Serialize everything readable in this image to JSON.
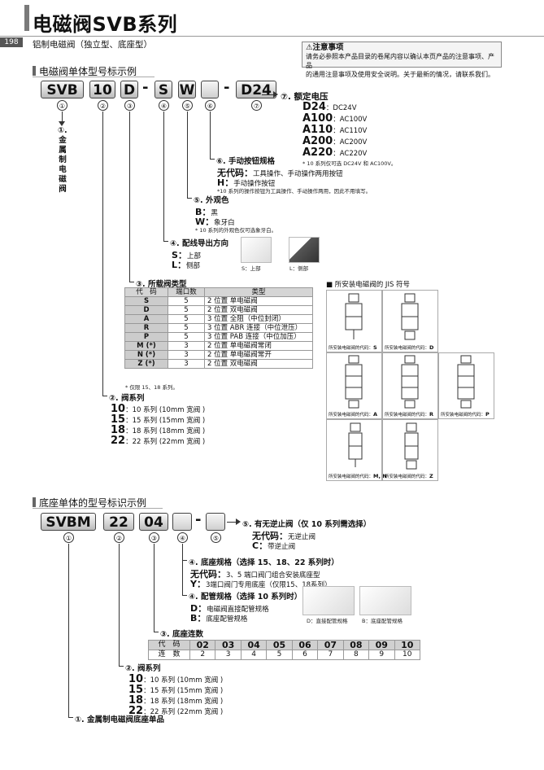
{
  "header": {
    "title": "电磁阀SVB系列",
    "page_number": "198",
    "subtitle": "铝制电磁阀（独立型、底座型）"
  },
  "notice": {
    "title": "注意事项",
    "text_line1": "请务必参照本产品目录的卷尾内容以确认本页产品的注意事项、产品",
    "text_line2": "的通用注意事项及使用安全说明。关于最新的情况，请联系我们。"
  },
  "section1": {
    "title": "电磁阀单体型号标示例",
    "segments": [
      "SVB",
      "10",
      "D",
      "S",
      "W",
      "",
      "D24"
    ],
    "markers": [
      "①",
      "②",
      "③",
      "④",
      "⑤",
      "⑥",
      "⑦"
    ],
    "item1": {
      "label": "①.",
      "text": "金属制电磁阀"
    },
    "voltage": {
      "label": "⑦. 额定电压",
      "rows": [
        {
          "code": "D24",
          "value": "DC24V"
        },
        {
          "code": "A100",
          "value": "AC100V"
        },
        {
          "code": "A110",
          "value": "AC110V"
        },
        {
          "code": "A200",
          "value": "AC200V"
        },
        {
          "code": "A220",
          "value": "AC220V"
        }
      ],
      "note": "* 10 系列仅可选 DC24V 和 AC100V。"
    },
    "manual": {
      "label": "⑥. 手动按钮规格",
      "row1_code": "无代码：",
      "row1_text": "工具操作、手动操作两用按钮",
      "row2_code": "H：",
      "row2_text": "手动操作按钮",
      "note": "*10 系列的操作按钮为工具操作、手动操作两用，因此不用填写。"
    },
    "color": {
      "label": "⑤. 外观色",
      "row1_code": "B：",
      "row1_text": "黑",
      "row2_code": "W：",
      "row2_text": "象牙白",
      "note": "* 10 系列的外观色仅可选象牙白。"
    },
    "wiring": {
      "label": "④. 配线导出方向",
      "row1_code": "S：",
      "row1_text": "上部",
      "row2_code": "L：",
      "row2_text": "侧部",
      "photo_s": "S：上部",
      "photo_l": "L：侧部"
    },
    "valve_type": {
      "label": "③. 所载阀类型",
      "headers": [
        "代　码",
        "端口数",
        "类型"
      ],
      "rows": [
        [
          "S",
          "5",
          "2 位置 单电磁阀"
        ],
        [
          "D",
          "5",
          "2 位置 双电磁阀"
        ],
        [
          "A",
          "5",
          "3 位置 全阻（中位封闭）"
        ],
        [
          "R",
          "5",
          "3 位置 ABR 连接（中位泄压）"
        ],
        [
          "P",
          "5",
          "3 位置 PAB 连接（中位加压）"
        ],
        [
          "M (*)",
          "3",
          "2 位置 单电磁阀常闭"
        ],
        [
          "N (*)",
          "3",
          "2 位置 单电磁阀常开"
        ],
        [
          "Z (*)",
          "3",
          "2 位置 双电磁阀"
        ]
      ],
      "note": "* 仅限 15、18 系列。"
    },
    "series": {
      "label": "②. 阀系列",
      "rows": [
        {
          "code": "10",
          "text": "：10 系列 (10mm 宽阀 )"
        },
        {
          "code": "15",
          "text": "：15 系列 (15mm 宽阀 )"
        },
        {
          "code": "18",
          "text": "：18 系列 (18mm 宽阀 )"
        },
        {
          "code": "22",
          "text": "：22 系列 (22mm 宽阀 )"
        }
      ]
    },
    "jis": {
      "title": "■ 所安装电磁阀的 JIS 符号",
      "caption_prefix": "所安装电磁阀的代码：",
      "codes": [
        "S",
        "D",
        "A",
        "R",
        "P",
        "M, N",
        "Z"
      ]
    }
  },
  "section2": {
    "title": "底座单体的型号标识示例",
    "segments": [
      "SVBM",
      "22",
      "04",
      "",
      ""
    ],
    "markers": [
      "①",
      "②",
      "③",
      "④",
      "⑤"
    ],
    "check": {
      "label": "⑤. 有无逆止阀（仅 10 系列需选择）",
      "row1_code": "无代码：",
      "row1_text": "无逆止阀",
      "row2_code": "C：",
      "row2_text": "带逆止阀"
    },
    "base": {
      "label": "④. 底座规格（选择 15、18、22 系列时）",
      "row1_code": "无代码：",
      "row1_text": "3、5 端口阀门组合安装底座型",
      "row2_code": "Y：",
      "row2_text": "3端口阀门专用底座（仅限15、18系列）"
    },
    "piping": {
      "label": "④. 配管规格（选择 10 系列时）",
      "row1_code": "D：",
      "row1_text": "电磁阀直接配管规格",
      "row2_code": "B：",
      "row2_text": "底座配管规格",
      "photo_d": "D：直接配管规格",
      "photo_b": "B：底座配管规格"
    },
    "stations": {
      "label": "③. 底座连数",
      "codes_header": "代　码",
      "count_header": "连　数",
      "codes": [
        "02",
        "03",
        "04",
        "05",
        "06",
        "07",
        "08",
        "09",
        "10"
      ],
      "counts": [
        "2",
        "3",
        "4",
        "5",
        "6",
        "7",
        "8",
        "9",
        "10"
      ]
    },
    "series": {
      "label": "②. 阀系列",
      "rows": [
        {
          "code": "10",
          "text": "：10 系列 (10mm 宽阀 )"
        },
        {
          "code": "15",
          "text": "：15 系列 (15mm 宽阀 )"
        },
        {
          "code": "18",
          "text": "：18 系列 (18mm 宽阀 )"
        },
        {
          "code": "22",
          "text": "：22 系列 (22mm 宽阀 )"
        }
      ]
    },
    "item1": {
      "label": "①. 金属制电磁阀底座单品"
    }
  }
}
